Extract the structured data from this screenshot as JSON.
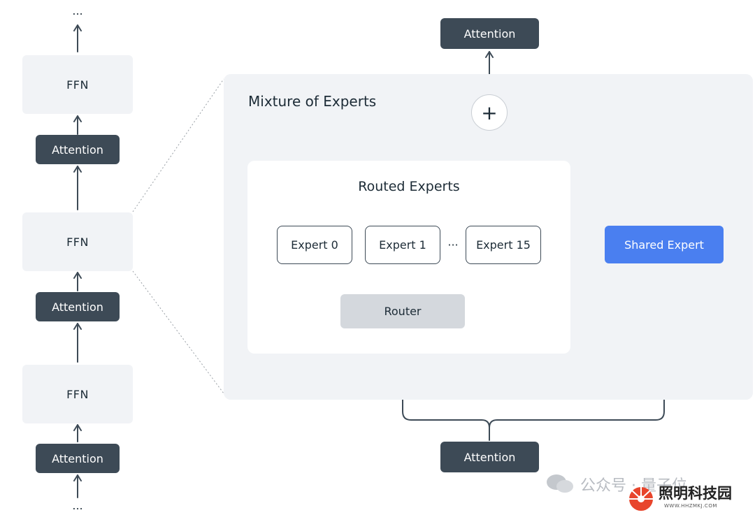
{
  "left_stack": {
    "top_ellipsis": "...",
    "bottom_ellipsis": "...",
    "ffn_labels": [
      "FFN",
      "FFN",
      "FFN"
    ],
    "attention_labels": [
      "Attention",
      "Attention",
      "Attention"
    ]
  },
  "moe": {
    "title": "Mixture of Experts",
    "top_attention": "Attention",
    "bottom_attention": "Attention",
    "plus_symbol": "+",
    "routed": {
      "title": "Routed Experts",
      "experts": [
        "Expert 0",
        "Expert 1",
        "Expert 15"
      ],
      "ellipsis": "···",
      "router_label": "Router"
    },
    "shared_expert": "Shared Expert"
  },
  "colors": {
    "attention": "#3d4a56",
    "ffn": "#f1f3f6",
    "panel": "#f1f3f6",
    "shared_expert": "#4a7ff0",
    "router": "#d4d8dd",
    "arrow": "#3d4a56"
  },
  "watermark": {
    "wechat_text": "公众号 · 量子位",
    "brand": "照明科技园",
    "url": "WWW.HHZMKJ.COM"
  }
}
